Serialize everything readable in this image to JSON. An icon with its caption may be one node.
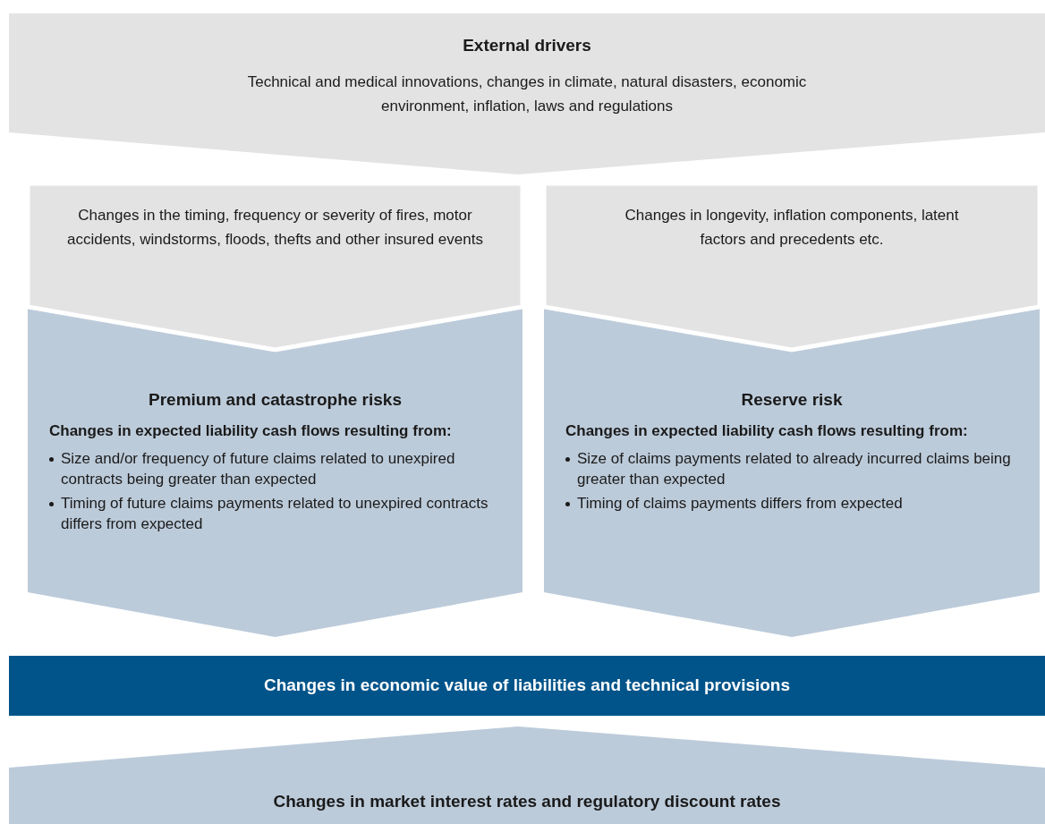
{
  "diagram": {
    "nodes": [
      {
        "text": [
          "External drivers",
          "Technical and medical innovations, changes in climate, natural disasters, economic environment, inflation, laws and regulations"
        ]
      },
      {
        "text": [
          "Changes in the timing, frequency or severity of fires, motor accidents, windstorms, floods, thefts and other insured events"
        ]
      },
      {
        "text": [
          "Changes in longevity, inflation components, latent factors and precedents etc."
        ]
      },
      {
        "text": [
          "Premium and catastrophe risks",
          "Changes in expected liability cash flows resulting from:",
          "Size and/or frequency of future claims related to unexpired contracts being greater than expected",
          "Timing of future claims payments related to unexpired contracts differs from expected"
        ]
      },
      {
        "text": [
          "Reserve risk",
          "Changes in expected liability cash flows resulting from:",
          "Size of claims payments related to already incurred claims being greater than expected",
          "Timing of claims payments differs from expected"
        ]
      },
      {
        "text": [
          "Changes in economic value of liabilities and technical provisions"
        ]
      },
      {
        "text": [
          "Changes in market interest rates and regulatory discount rates"
        ]
      }
    ]
  }
}
